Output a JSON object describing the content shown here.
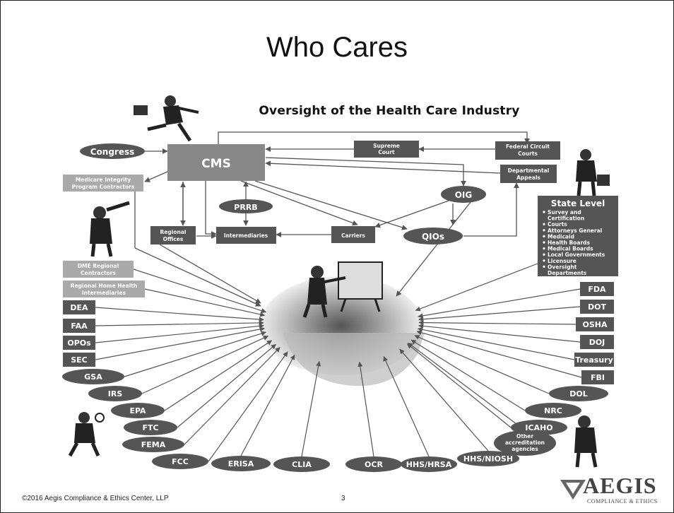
{
  "slide": {
    "title": "Who Cares",
    "subtitle": "Oversight of the Health Care Industry",
    "footer": "©2016 Aegis Compliance & Ethics Center, LLP",
    "page_number": "3",
    "logo": {
      "main": "AEGIS",
      "sub": "COMPLIANCE & ETHICS"
    }
  },
  "nodes": {
    "congress": "Congress",
    "cms": "CMS",
    "supreme_court": [
      "Supreme",
      "Court"
    ],
    "federal_circuit": [
      "Federal Circuit",
      "Courts"
    ],
    "departmental_appeals": [
      "Departmental",
      "Appeals"
    ],
    "medicare_integrity": [
      "Medicare Integrity",
      "Program Contractors"
    ],
    "prrb": "PRRB",
    "oig": "OIG",
    "regional_offices": [
      "Regional",
      "Offices"
    ],
    "intermediaries": "Intermediaries",
    "carriers": "Carriers",
    "qios": "QIOs",
    "dme": [
      "DME Regional",
      "Contractors"
    ],
    "rhhi": [
      "Regional Home Health",
      "Intermediaries"
    ]
  },
  "state_level": {
    "title": "State Level",
    "items": [
      "Survey and",
      "Certification",
      "Courts",
      "Attorneys General",
      "Medicaid",
      "Health Boards",
      "Medical Boards",
      "Local Governments",
      "Licensure",
      "Oversight",
      "Departments"
    ]
  },
  "left_agencies": [
    "DEA",
    "FAA",
    "OPOs",
    "SEC"
  ],
  "left_ellipses": [
    "GSA",
    "IRS",
    "EPA",
    "FTC",
    "FEMA",
    "FCC"
  ],
  "bottom_ellipses": [
    "ERISA",
    "CLIA",
    "OCR",
    "HHS/HRSA",
    "HHS/NIOSH"
  ],
  "right_agencies": [
    "FDA",
    "DOT",
    "OSHA",
    "DOJ",
    "Treasury",
    "FBI"
  ],
  "right_ellipses": [
    "DOL",
    "NRC",
    "JCAHO"
  ],
  "other_accreditation": [
    "Other",
    "accreditation",
    "agencies"
  ]
}
